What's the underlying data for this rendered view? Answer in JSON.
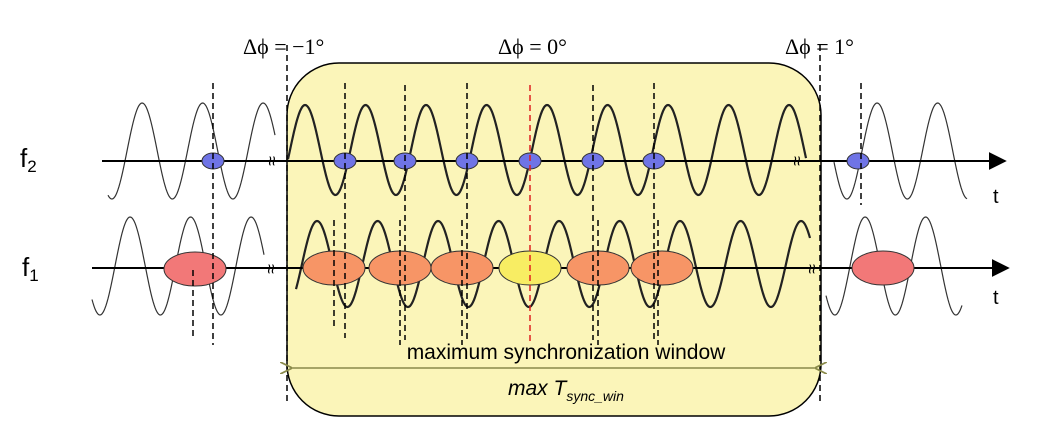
{
  "labels": {
    "phase_minus": "Δϕ = −1°",
    "phase_zero": "Δϕ = 0°",
    "phase_plus": "Δϕ = 1°",
    "f2_base": "f",
    "f2_sub": "2",
    "f1_base": "f",
    "f1_sub": "1",
    "t_axis_top": "t",
    "t_axis_bottom": "t",
    "window_text": "maximum synchronization window",
    "tsync_prefix": "max T",
    "tsync_sub": "sync_win",
    "break_mark": "≈"
  },
  "colors": {
    "window_fill": "#fbf5b9",
    "window_stroke": "#000000",
    "blue_marker": "#6f74e6",
    "orange_marker": "#f79566",
    "yellow_marker": "#f8ed63",
    "red_marker": "#f27878",
    "center_dash": "#e02020",
    "window_arrow": "#9a9a5a"
  }
}
